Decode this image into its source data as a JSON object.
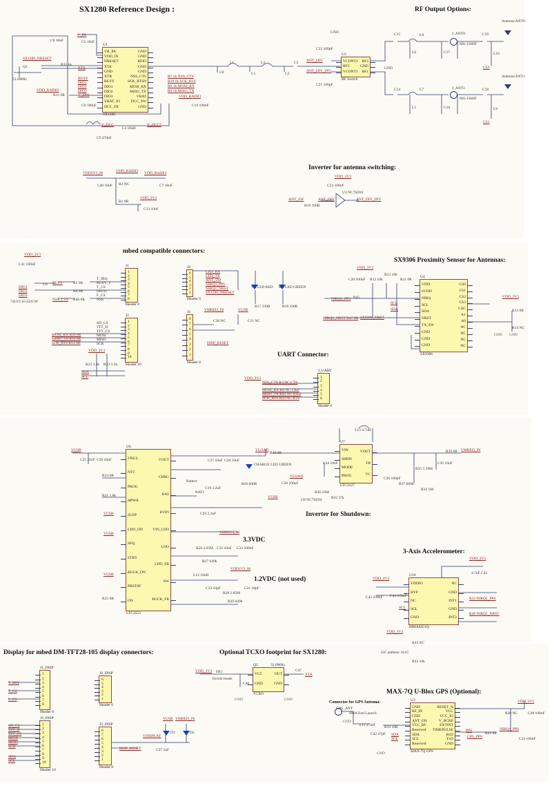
{
  "colors": {
    "wire": "#2e3a6e",
    "net_label": "#8b2323",
    "chip_fill": "#fdf8b0",
    "led": "#1a3cc8"
  },
  "titles": {
    "sx1280": "SX1280 Reference Design :",
    "rf_output": "RF Output Options:",
    "inverter_ant": "Inverter for antenna switching:",
    "mbed": "mbed compatible connectors:",
    "sx9306": "SX9306 Proximity Sensor for Antennas:",
    "uart": "UART Connector:",
    "inverter_shutdown": "Inverter for Shutdown:",
    "v33": "3.3VDC",
    "v12": "1.2VDC (not used)",
    "accel": "3-Axis Accelerometer:",
    "display": "Display for mbed DM-TFT28-105 display connectors:",
    "tcxo": "Optional TCXO footprint for SX1280:",
    "gps": "MAX-7Q U-Blox GPS (Optional):",
    "gps_connector": "Connector for GPS Antenna:"
  },
  "components": {
    "u1": {
      "ref": "U1",
      "part": "SX1280",
      "left": [
        "VR_PA",
        "VDD_IN",
        "NRESET",
        "XTA",
        "GND",
        "XTB",
        "BUSY",
        "DIO1",
        "DIO2",
        "DIO3",
        "VBAT_IO",
        "DCC_FB"
      ],
      "right": [
        "GND",
        "GND",
        "RFIO",
        "GND",
        "GND",
        "NSS_CTS",
        "SCK_RTSN",
        "MOSI_RX",
        "MISO_TX",
        "VBAT",
        "DCC_SW",
        "GND"
      ]
    },
    "u2": {
      "ref": "U2",
      "part": "RF Switch",
      "left": [
        "VCONT2",
        "RFC",
        "VCONT1"
      ],
      "right": [
        "RF2",
        "GND",
        "RF1"
      ]
    },
    "u4": {
      "ref": "U4",
      "part": "SX9306",
      "left": [
        "VDD",
        "SVDD",
        "NIRQ",
        "SCL",
        "SDA",
        "NRST",
        "TX_EN",
        "GND",
        "GND",
        "GND"
      ],
      "right": [
        "CS0",
        "CS1",
        "CS2",
        "CS3",
        "CSG",
        "A1",
        "A0",
        "NC",
        "NC",
        "NC",
        "NC"
      ]
    },
    "u6": {
      "ref": "U6",
      "part": "LTC3553",
      "left": [
        "VBUS",
        "NTC",
        "PROG",
        "HPWR",
        "SUSP",
        "LDO_ON",
        "SEQ",
        "STBY",
        "BUCK_ON",
        "PBSTAT",
        "ON"
      ],
      "right": [
        "VOUT",
        "CHRG",
        "BAT",
        "BVIN",
        "VIN_LDO",
        "LDO",
        "LDO_FB",
        "SW",
        "BUCK_FB"
      ]
    },
    "u7": {
      "ref": "U7",
      "part": "LTC3127",
      "left": [
        "VIN",
        "SHDN",
        "MODE",
        "PROG"
      ],
      "right": [
        "VOUT",
        "FB",
        "VC"
      ]
    },
    "u10": {
      "ref": "U10",
      "part": "MMA8451Q",
      "left": [
        "VDDIO",
        "BYP",
        "NC",
        "SCL",
        "GND"
      ],
      "right": [
        "NC",
        "GND",
        "INT1",
        "GND",
        "INT2"
      ]
    },
    "q2": {
      "ref": "Q2",
      "part": "TCXO",
      "left": [
        "VCC",
        "GND"
      ],
      "right": [
        "OUT",
        "GND"
      ]
    },
    "u3": {
      "ref": "U3",
      "part": "MAX-7Q GPS",
      "left": [
        "GND",
        "RF_IN",
        "GND",
        "ANT_ON",
        "VCC_RF",
        "Reserved",
        "SDA",
        "SCL",
        "Reserved"
      ],
      "right": [
        "RESET_N",
        "VCC",
        "VCC_IO",
        "V_BCKP",
        "EXTINT",
        "TIMEPULSE",
        "RxD",
        "TxD",
        "GND"
      ]
    }
  },
  "headers": {
    "j1": {
      "ref": "J1",
      "part": "Header 8",
      "pins": [
        "1",
        "2",
        "3",
        "4",
        "5",
        "6",
        "7",
        "8"
      ]
    },
    "j2": {
      "ref": "J2",
      "part": "Header 10",
      "pins": [
        "1",
        "2",
        "3",
        "4",
        "5",
        "6",
        "7",
        "8",
        "9",
        "10"
      ]
    },
    "j4": {
      "ref": "J4",
      "part": "Header 6",
      "pins": [
        "6",
        "5",
        "4",
        "3",
        "2",
        "1"
      ]
    },
    "j3": {
      "ref": "J3",
      "part": "Header 8",
      "pins": [
        "8",
        "7",
        "6",
        "5",
        "4",
        "3",
        "2",
        "1"
      ]
    },
    "juart": {
      "ref": "J_UART",
      "part": "Header 6",
      "pins": [
        "1",
        "2",
        "3",
        "4",
        "5",
        "6"
      ]
    },
    "j1d": {
      "ref": "J1_DISP",
      "part": "Header 8",
      "pins": [
        "1",
        "2",
        "3",
        "4",
        "5",
        "6",
        "7",
        "8"
      ]
    },
    "j2d": {
      "ref": "J2_DISP",
      "part": "Header 10",
      "pins": [
        "1",
        "2",
        "3",
        "4",
        "5",
        "6",
        "7",
        "8",
        "9",
        "10"
      ]
    },
    "j4d": {
      "ref": "J4_DISP",
      "part": "Header 6",
      "pins": [
        "6",
        "5",
        "4",
        "3",
        "2",
        "1"
      ]
    },
    "j3d": {
      "ref": "J3_DISP",
      "part": "Header 8",
      "pins": [
        "8",
        "7",
        "6",
        "5",
        "4",
        "3",
        "2",
        "1"
      ]
    }
  },
  "labels": [
    "V_PA",
    "C6 10nF",
    "C5 10nF",
    "SX1280_NRESET",
    "R32 1k",
    "XTA",
    "Q1",
    "52.0MHz",
    "BUSY",
    "DIO1",
    "DIO2",
    "DIO3",
    "VDD_RADIO",
    "R15 0R",
    "V_DIO",
    "C8 100nF",
    "R7 1k NSS_CTS",
    "R10 1k SCK_RTS",
    "R8 1k MOSI_RX",
    "R9 1k MISO_TX",
    "VDD_RADIO",
    "C10 100nF",
    "V_DCC",
    "L4 10nH",
    "V_DCC2",
    "C9 470nF",
    "C0",
    "L1",
    "C1",
    "L2",
    "C2",
    "C3",
    "GND",
    "C22 100pF",
    "ANT_DIV",
    "ANT_DIV_INV",
    "C21 100pF",
    "GND",
    "C15",
    "L6",
    "L8",
    "C17",
    "J_ANT0",
    "MS-156HF",
    "C19",
    "L10",
    "CS2",
    "Antenna ANT0",
    "C14",
    "L5",
    "L7",
    "C16",
    "J_ANT1",
    "MS-156HF",
    "C18",
    "L9",
    "CS1",
    "Antenna ANT1",
    "VDD3V3_M",
    "VDD_RADIO",
    "VDD_RADIO",
    "R2 NC",
    "R1 0R",
    "C40 10uF",
    "C7 10uF",
    "VDD_3V3",
    "C13 10nF",
    "VDD_3V3",
    "C23 100nF",
    "ANT_SW",
    "R16 100R",
    "ANT_DIV",
    "U3 NC7SZ04",
    "ANT_DIV_INV",
    "VDD_3V3",
    "C41 100nF",
    "BUSY",
    "DIO1",
    "DIO2",
    "DIO3",
    "U9",
    "74LVC1G332GW",
    "NSS_CTS",
    "R5 0R",
    "R6 0R",
    "R46 0R",
    "T_IRQ",
    "BUSY_T",
    "T_CS",
    "DIO1s",
    "F_CS",
    "NSS",
    "SD_CS",
    "TFT_D",
    "TFT_CS",
    "MOSI",
    "MISO",
    "SCK",
    "MOSI_RX R49 0R",
    "MISO_TX R50 0R",
    "SCK_RTS R51 0R",
    "VDD_3V3",
    "R22 3.3k",
    "R23 3.3k",
    "SDA",
    "SCL",
    "LED_RX",
    "LED_TX",
    "ANT_SW",
    "NIRQ1_PPS",
    "NIRQ1_NRST",
    "SX1280_NRESET",
    "TX LED RED",
    "R17 330R",
    "RX LED GREEN",
    "R18 330R",
    "VMBED_IN",
    "C38 NC",
    "VUSB",
    "C11 NC",
    "DISP_RESET",
    "VDD_3V3",
    "NSS_CTS R3 NC CTS",
    "MOSI_RX R4 NC TXD",
    "MISO_TX R42 NC RXD",
    "SCK_RTS R43 NC RTS",
    "VDD_3V3",
    "C20 100nF",
    "R12 10k",
    "R13 10k",
    "R11 0R",
    "NIRQ1_PPS",
    "R45",
    "SCL",
    "SDA",
    "NIRQ1_NRST R47 0R",
    "SX9306_NRST",
    "VDD_3V3",
    "R13 0R",
    "R14 NC",
    "GND",
    "GND",
    "VUSB",
    "C25 22uF",
    "C26 10uF",
    "R24 0R",
    "R31 1.8k",
    "VUSB",
    "VUSB",
    "VUSB",
    "R25 0R",
    "C27 10uF",
    "C28 10uF",
    "CHARGE LED GREEN",
    "R26 680R",
    "Battery",
    "BAT1",
    "C19 2.2uF",
    "C29 2.2uF",
    "VDD3V3_M",
    "R26 2.05M",
    "C31 10uF",
    "C32 100nF",
    "R27 649k",
    "L12 10uH",
    "VDD1V2_M",
    "C33 10pF",
    "R28 2.05M",
    "C21 10pF",
    "R29 649k",
    "VLOAD",
    "R38 0R",
    "VLOAD",
    "C30 100nF",
    "VUSB",
    "U8 NC7SZ04",
    "R36 10M",
    "C34 10uF",
    "L13 4.7uH",
    "R32 27k",
    "C36 100pF",
    "R37 680k",
    "R34 1M",
    "R35 3.16M",
    "C35 10uF",
    "R39 0R",
    "VMBED_IN",
    "VDD_3V3",
    "4.7uF C45",
    "VDD_3V3",
    "C43 100nF",
    "C44 100nF",
    "SCL",
    "VDD_3V3",
    "R44 NC",
    "I2C address: 0x1C",
    "R43 10k",
    "R33 NIRQ1_PPS",
    "R48 NIRQ1_NRST",
    "T_IRQ",
    "T_CS",
    "F_CS",
    "SD_CS",
    "TFT_D",
    "TFT_CS",
    "MOSI",
    "MISO",
    "SCK",
    "SDA",
    "SCL",
    "DISP_RESET",
    "VUSB",
    "VMBED_IN",
    "D1",
    "D2",
    "VDISPLAY",
    "C37 1uF",
    "VDD_3V3",
    "FB1",
    "Ferrite beads",
    "C46",
    "32.0MHz",
    "C47",
    "XTA",
    "GND",
    "GND",
    "GPS_ANT",
    "SMA End Launch",
    "L11 27nH",
    "R19 10R",
    "C42 47pF",
    "SDA",
    "SCL",
    "PPS",
    "GPS_PPS",
    "R41 0R",
    "NIRQ1_PPS",
    "VDD_3V3",
    "R20 NC",
    "C48 100nF",
    "C24 100nF",
    "GND",
    "GND"
  ]
}
